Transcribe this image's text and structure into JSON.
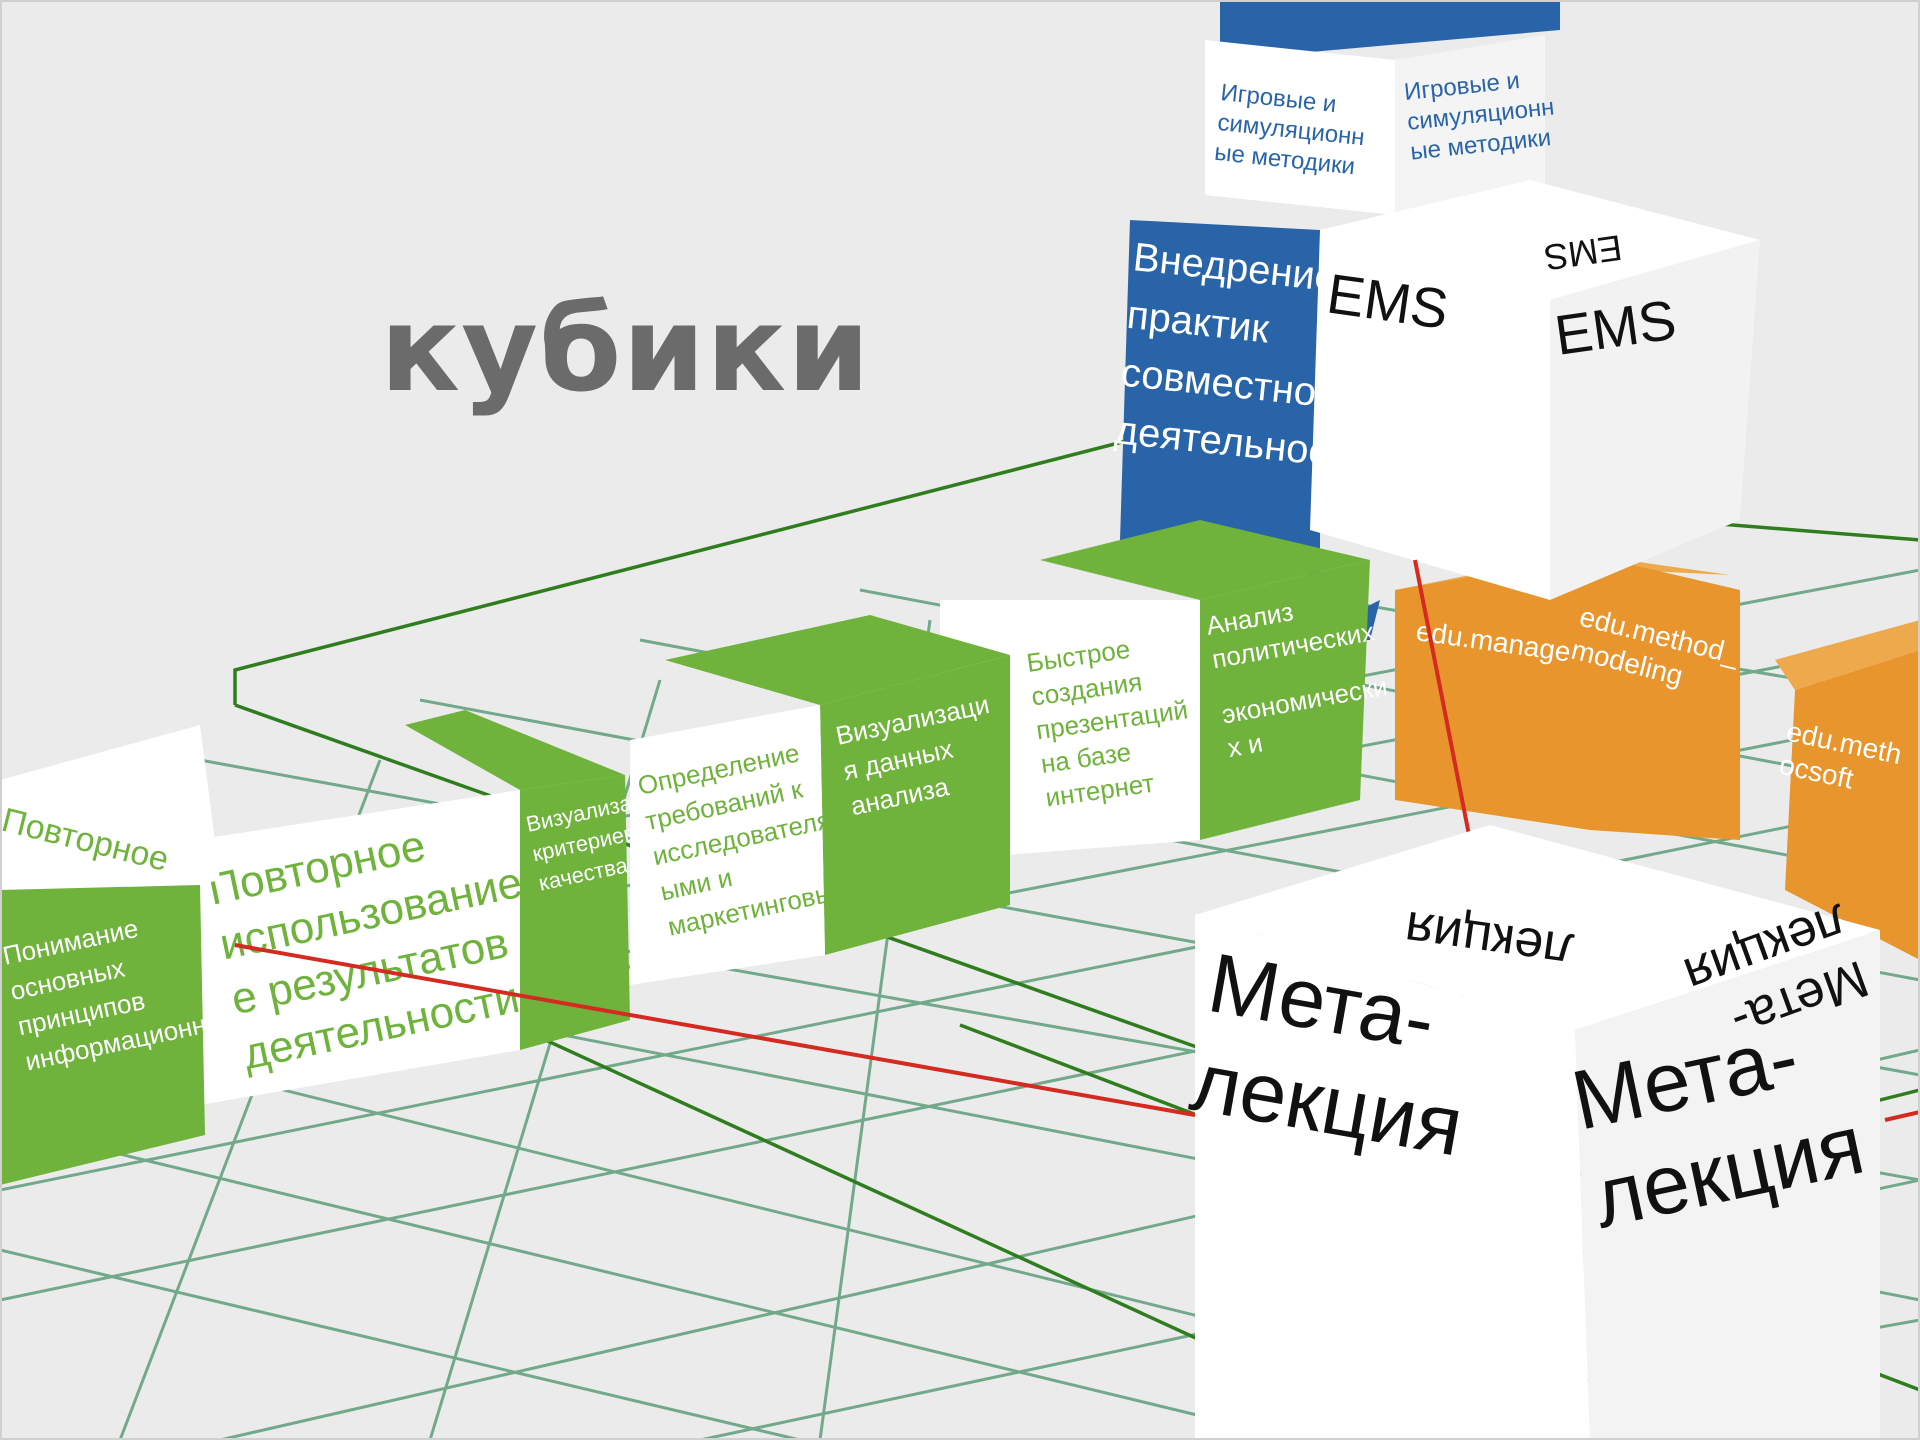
{
  "slide": {
    "title": "кубики"
  },
  "colors": {
    "background": "#ebebeb",
    "green": "#6fb23c",
    "blue": "#2a64a8",
    "orange": "#e8952e",
    "white": "#ffffff",
    "grid": "#5e9e7a",
    "frame_line": "#2f7d1e",
    "red_link": "#d42a20",
    "title_gray": "#6b6b6b"
  },
  "blue_cube": {
    "top_left": "Игровые и симуляционн ые методики",
    "top_right": "Игровые и симуляционн ые методики",
    "front": "Внедрение практик совместной деятельности"
  },
  "ems_cube": {
    "front": "EMS",
    "right": "EMS",
    "top": "EMS"
  },
  "green_cubes": [
    {
      "front": "Понимание основных принципов информационной",
      "side_top": "Повторное"
    },
    {
      "front": "Повторное использование результатов деятельности",
      "side_right": "Визуализация критериев качества"
    },
    {
      "front": "Определение требований к исследователям и маркетинговым",
      "side_right": "Визуализация данных анализа"
    },
    {
      "front": "Быстрое создания презентаций на базе интернет",
      "side_right": "Анализ политических экономических и"
    }
  ],
  "orange_cubes": [
    {
      "front": "edu.manage"
    },
    {
      "front": "edu.method_ modeling"
    },
    {
      "front": "edu.meth ocsoft"
    }
  ],
  "meta_cube": {
    "front": "Мета- лекция",
    "right": "Мета- лекция",
    "top_a": "Мета- лекция",
    "top_b": "лекция"
  }
}
